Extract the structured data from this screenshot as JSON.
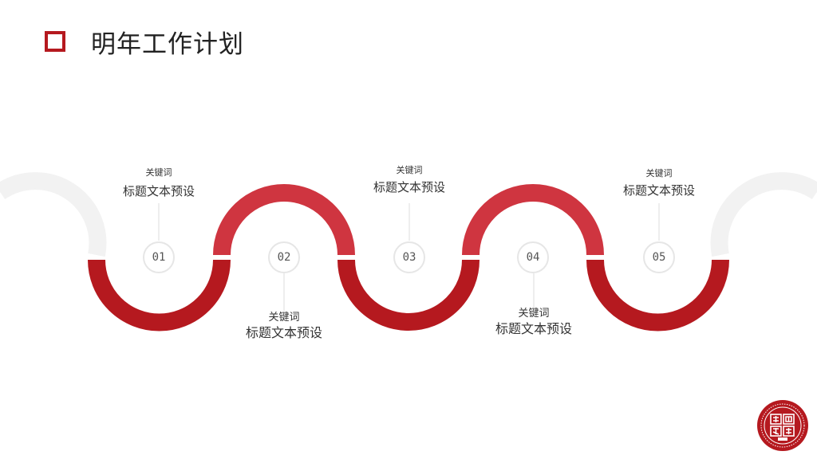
{
  "header": {
    "title": "明年工作计划"
  },
  "steps": [
    {
      "number": "01",
      "keyword": "关键词",
      "title": "标题文本预设"
    },
    {
      "number": "02",
      "keyword": "关键词",
      "title": "标题文本预设"
    },
    {
      "number": "03",
      "keyword": "关键词",
      "title": "标题文本预设"
    },
    {
      "number": "04",
      "keyword": "关键词",
      "title": "标题文本预设"
    },
    {
      "number": "05",
      "keyword": "关键词",
      "title": "标题文本预设"
    }
  ],
  "colors": {
    "accent": "#b5191f",
    "accent_light": "#cf3540",
    "ghost": "#f2f2f2",
    "connector": "#dddddd"
  },
  "icons": {
    "title_marker": "square-outline-icon",
    "logo": "university-seal-logo"
  }
}
